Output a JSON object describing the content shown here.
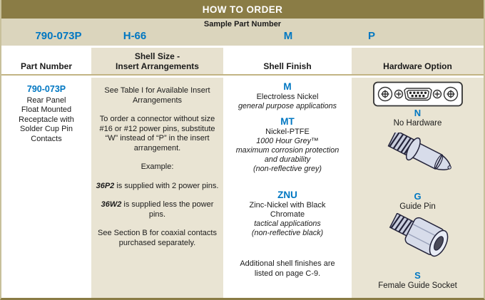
{
  "colors": {
    "accent_blue": "#0077c2",
    "olive_header": "#8a7c45",
    "beige_dark": "#dbd5bd",
    "beige_light": "#e9e4d3",
    "rule_tan": "#c2b484"
  },
  "title_bar": {
    "title": "HOW TO ORDER"
  },
  "sample_row": {
    "label": "Sample Part Number"
  },
  "sample_values": {
    "part_number": "790-073P",
    "shell_size": "H-66",
    "shell_finish": "M",
    "hardware": "P"
  },
  "column_headers": {
    "part_number": "Part Number",
    "shell_size_line1": "Shell Size -",
    "shell_size_line2": "Insert Arrangements",
    "shell_finish": "Shell Finish",
    "hardware": "Hardware Option"
  },
  "part_number_col": {
    "code": "790-073P",
    "desc_lines": [
      "Rear Panel",
      "Float Mounted",
      "Receptacle with",
      "Solder Cup Pin",
      "Contacts"
    ]
  },
  "shell_size_col": {
    "p1": "See Table I for Available Insert Arrangements",
    "p2": "To order a connector without size #16 or #12 power pins, substitute “W” instead of “P” in the insert arrangement.",
    "p3": "Example:",
    "p4_code": "36P2",
    "p4_rest": " is supplied with 2 power pins.",
    "p5_code": "36W2",
    "p5_rest": " is supplied less the power pins.",
    "p6": "See Section B for coaxial contacts purchased separately."
  },
  "shell_finish_col": {
    "options": [
      {
        "code": "M",
        "name": "Electroless Nickel",
        "it1": "general purpose applications",
        "it2": "",
        "it3": ""
      },
      {
        "code": "MT",
        "name": "Nickel-PTFE",
        "it1": "1000 Hour Grey™",
        "it2": "maximum corrosion protection and durability",
        "it3": "(non-reflective grey)"
      },
      {
        "code": "ZNU",
        "name": "Zinc-Nickel with Black Chromate",
        "it1": "tactical applications",
        "it2": "(non-reflective black)",
        "it3": ""
      }
    ],
    "note": "Additional shell finishes are listed on page C-9."
  },
  "hardware_col": {
    "options": [
      {
        "code": "N",
        "name": "No Hardware",
        "icon": "dsub-connector-icon"
      },
      {
        "code": "G",
        "name": "Guide Pin",
        "icon": "guide-pin-icon"
      },
      {
        "code": "S",
        "name": "Female Guide Socket",
        "icon": "female-guide-socket-icon"
      }
    ]
  }
}
